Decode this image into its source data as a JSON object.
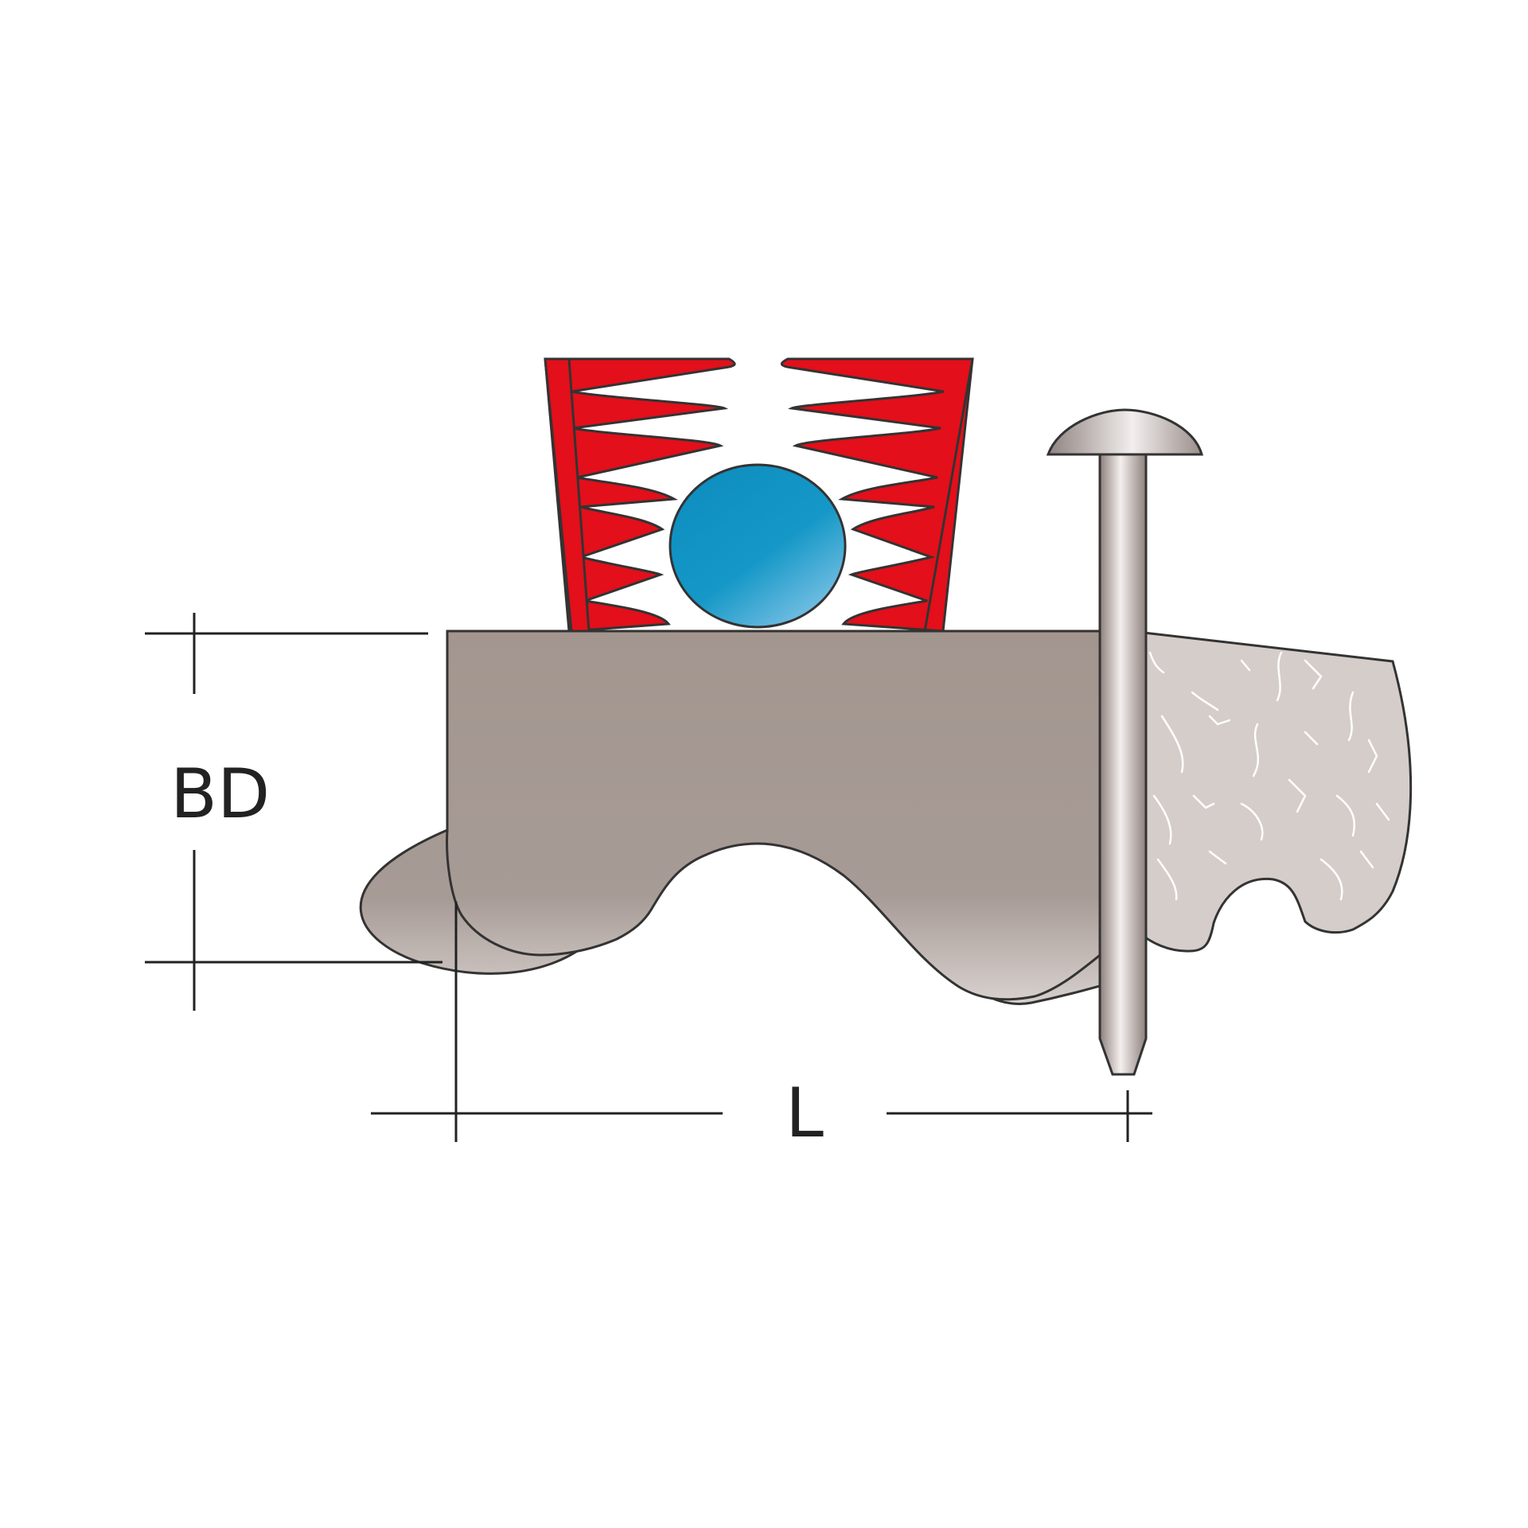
{
  "labels": {
    "depth": "BD",
    "length": "L"
  },
  "colors": {
    "background": "#ffffff",
    "clip": "#e30f1a",
    "cable": "#1595c4",
    "base": "#a3968f",
    "masonry": "#d5cdca",
    "nail": "#a89b97",
    "line": "#222222"
  },
  "parts": {
    "clip": "clip-body",
    "cable": "cable",
    "base": "mounting-surface",
    "masonry": "masonry-section",
    "nail": "steel-nail"
  }
}
